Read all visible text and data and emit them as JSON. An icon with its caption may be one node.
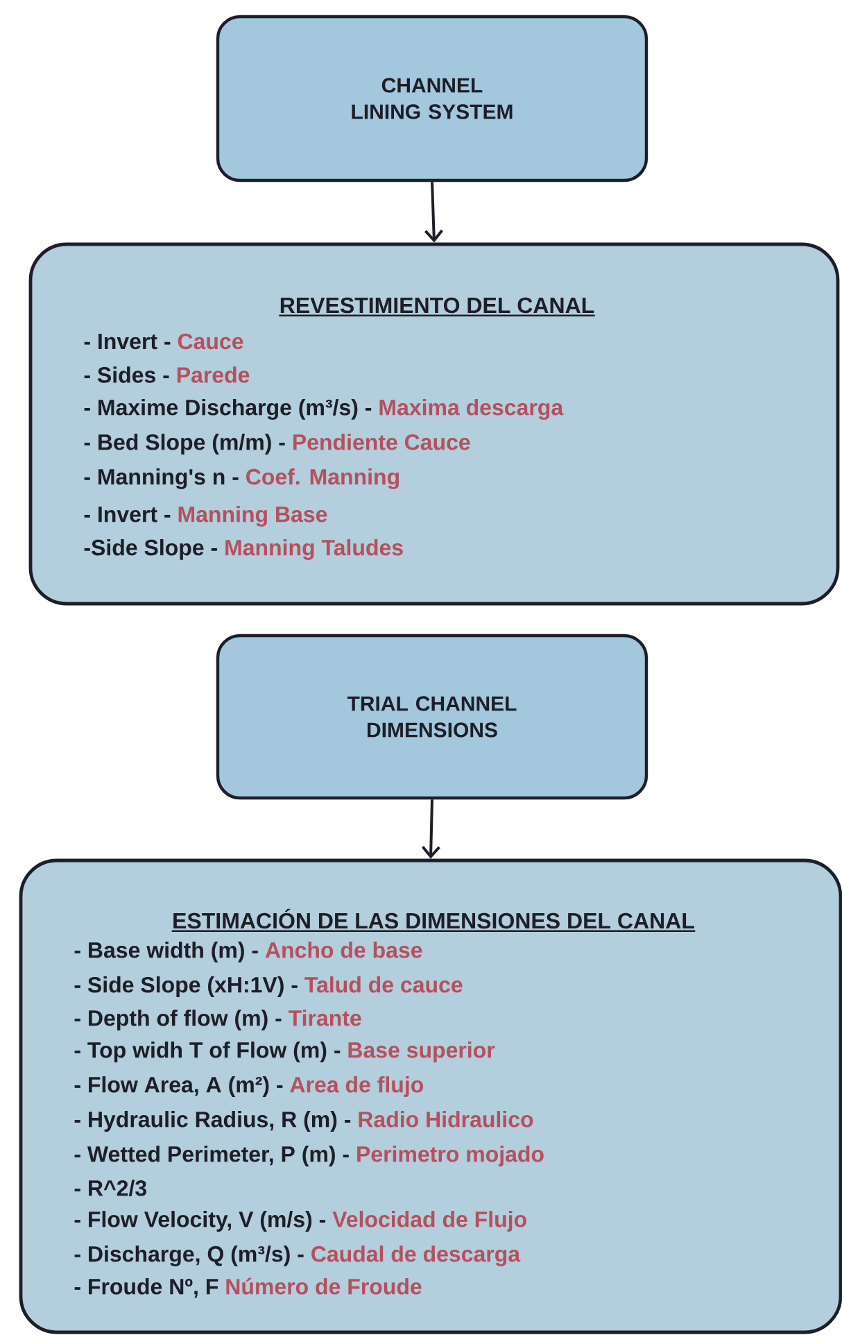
{
  "diagram": {
    "nodes": [
      {
        "text": [
          "CHANNEL LINING SYSTEM"
        ]
      },
      {
        "text": [
          "REVESTIMIENTO DEL CANAL",
          "- Invert -",
          "Cauce",
          "- Sides -",
          "Parede",
          "- Maxime Discharge (m³/s) -",
          "Maxima descarga",
          "- Bed Slope (m/m) -",
          "Pendiente Cauce",
          "- Manning's n -",
          "Coef. Manning",
          "- Invert -",
          "Manning Base",
          "-Side Slope -",
          "Manning Taludes"
        ]
      },
      {
        "text": [
          "TRIAL CHANNEL DIMENSIONS"
        ]
      },
      {
        "text": [
          "ESTIMACIÓN DE LAS DIMENSIONES DEL CANAL",
          "- Base width (m) -",
          "Ancho de base",
          "- Side Slope (xH:1V) -",
          "Talud de cauce",
          "- Depth of flow (m) -",
          "Tirante",
          "- Top widh T of Flow (m) -",
          "Base superior",
          "- Flow Area, A (m²) -",
          "Area de flujo",
          "- Hydraulic Radius, R (m) -",
          "Radio Hidraulico",
          "- Wetted Perimeter, P (m) -",
          "Perimetro mojado",
          "- R^2/3",
          "- Flow Velocity, V  (m/s) -",
          "Velocidad de Flujo",
          "- Discharge, Q (m³/s) -",
          "Caudal de descarga",
          "- Froude Nº, F",
          "Número de Froude"
        ]
      }
    ],
    "edges": [
      {
        "from": 0,
        "to": 1,
        "arrow": "to"
      },
      {
        "from": 2,
        "to": 3,
        "arrow": "to"
      }
    ]
  }
}
